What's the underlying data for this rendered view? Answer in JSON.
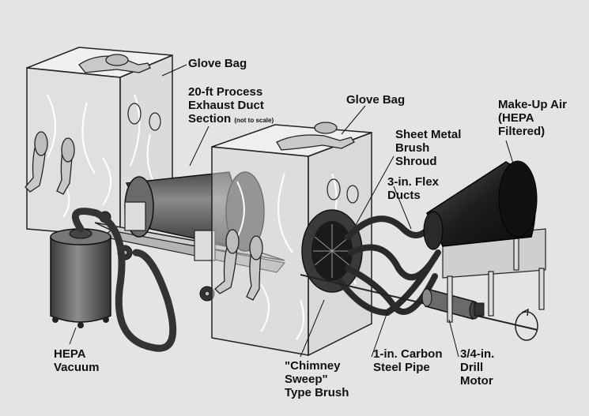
{
  "labels": {
    "glove_bag_left": "Glove Bag",
    "duct_line1": "20-ft Process",
    "duct_line2": "Exhaust Duct",
    "duct_line3": "Section",
    "duct_note": "(not to scale)",
    "glove_bag_center": "Glove Bag",
    "shroud_line1": "Sheet Metal",
    "shroud_line2": "Brush",
    "shroud_line3": "Shroud",
    "makeup_line1": "Make-Up Air",
    "makeup_line2": "(HEPA",
    "makeup_line3": "Filtered)",
    "flex_line1": "3-in. Flex",
    "flex_line2": "Ducts",
    "vacuum_line1": "HEPA",
    "vacuum_line2": "Vacuum",
    "brush_line1": "\"Chimney",
    "brush_line2": "Sweep\"",
    "brush_line3": "Type Brush",
    "pipe_line1": "1-in. Carbon",
    "pipe_line2": "Steel Pipe",
    "motor_line1": "3/4-in.",
    "motor_line2": "Drill",
    "motor_line3": "Motor"
  },
  "colors": {
    "background": "#e4e4e4",
    "equipment_dark": "#2a2a2a",
    "equipment_mid": "#6e6e6e",
    "glove": "#c9c9c9",
    "bag_edge": "#ffffff"
  },
  "icons": [
    "rotation-arrow-icon"
  ]
}
